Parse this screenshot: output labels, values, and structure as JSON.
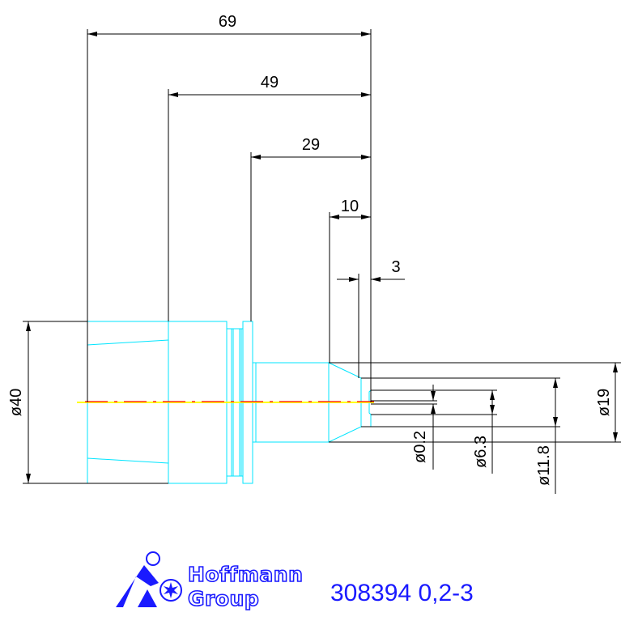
{
  "drawing": {
    "dimensions": {
      "len_69": "69",
      "len_49": "49",
      "len_29": "29",
      "len_10": "10",
      "len_3": "3",
      "dia_40": "ø40",
      "dia_19": "ø19",
      "dia_02": "ø0.2",
      "dia_63": "ø6.3",
      "dia_118": "ø11.8"
    },
    "colors": {
      "outline": "#00e5ff",
      "dimension": "#000000",
      "centerline_red": "#ff0000",
      "centerline_yellow": "#ffff00",
      "brand": "#1a1aff"
    }
  },
  "footer": {
    "logo_line1": "Hoffmann",
    "logo_line2": "Group",
    "part_number": "308394 0,2-3"
  }
}
